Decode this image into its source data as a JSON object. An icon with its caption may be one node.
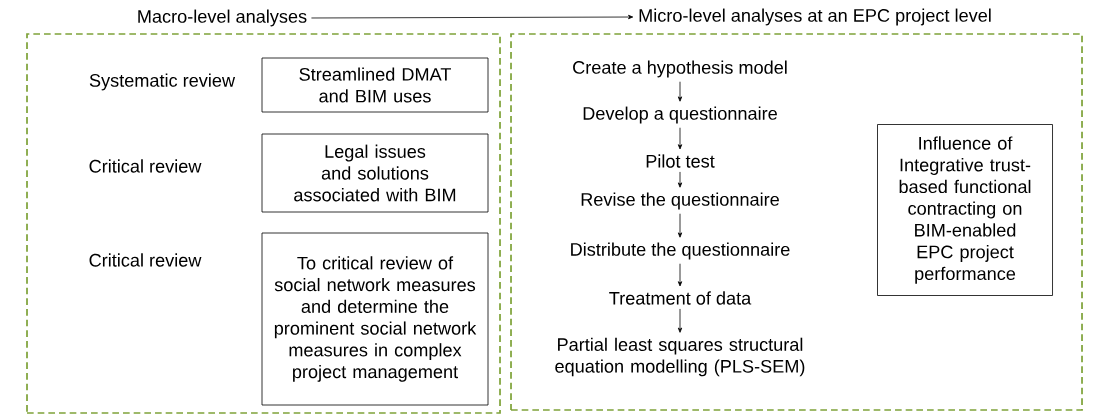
{
  "diagram": {
    "nodes": [
      {
        "text": [
          "Macro-level analyses"
        ]
      },
      {
        "text": [
          "Micro-level analyses at an EPC project level"
        ]
      },
      {
        "text": [],
        "shape": "box"
      },
      {
        "text": [
          "Streamlined DMAT and BIM uses"
        ],
        "in": 2
      },
      {
        "text": [
          "Legal issues and solutions associated with BIM"
        ],
        "in": 2
      },
      {
        "text": [
          "To critical review of social network measures and determine the prominent social network measures in complex project management"
        ],
        "in": 2
      },
      {
        "text": [],
        "shape": "box"
      },
      {
        "text": [
          "Create a hypothesis model"
        ],
        "in": 6
      },
      {
        "text": [
          "Develop a questionnaire"
        ],
        "in": 6
      },
      {
        "text": [
          "Pilot test"
        ],
        "in": 6
      },
      {
        "text": [
          "Revise the questionnaire"
        ],
        "in": 6
      },
      {
        "text": [
          "Distribute the questionnaire"
        ],
        "in": 6
      },
      {
        "text": [
          "Treatment of data"
        ],
        "in": 6
      },
      {
        "text": [
          "Partial least squares structural equation modelling (PLS-SEM)"
        ],
        "in": 6
      },
      {
        "text": [
          "Influence of Integrative trust-based functional contracting on BIM-enabled EPC project performance"
        ],
        "in": 6
      }
    ],
    "edges": [
      {
        "from": 0,
        "to": 1,
        "arrow": "to"
      },
      {
        "from": 7,
        "to": 8,
        "arrow": "to"
      },
      {
        "from": 8,
        "to": 9,
        "arrow": "to"
      },
      {
        "from": 9,
        "to": 10,
        "arrow": "to"
      },
      {
        "from": 10,
        "to": 11,
        "arrow": "to"
      },
      {
        "from": 11,
        "to": 12,
        "arrow": "to"
      },
      {
        "from": 12,
        "to": 13,
        "arrow": "to"
      }
    ],
    "labels": [
      "Systematic review",
      "Critical review",
      "Critical review"
    ]
  }
}
